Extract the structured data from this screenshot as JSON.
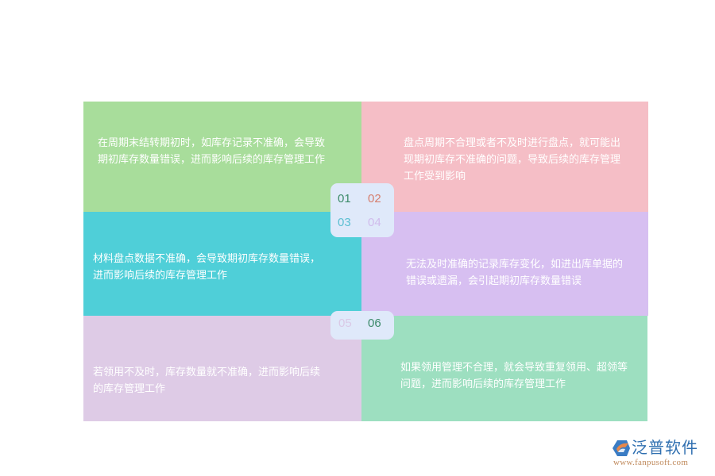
{
  "panels": [
    {
      "number": "01",
      "text": "在周期末结转期初时，如库存记录不准确，会导致期初库存数量错误，进而影响后续的库存管理工作",
      "bg_color": "#a8dd9b",
      "number_color": "#3d8b6a"
    },
    {
      "number": "02",
      "text": "盘点周期不合理或者不及时进行盘点，就可能出现期初库存不准确的问题，导致后续的库存管理工作受到影响",
      "bg_color": "#f5bec6",
      "number_color": "#d67d6d"
    },
    {
      "number": "03",
      "text": "材料盘点数据不准确，会导致期初库存数量错误，进而影响后续的库存管理工作",
      "bg_color": "#4fcfd8",
      "number_color": "#5cbfd2"
    },
    {
      "number": "04",
      "text": "无法及时准确的记录库存变化，如进出库单据的错误或遗漏，会引起期初库存数量错误",
      "bg_color": "#d7bff1",
      "number_color": "#d0bcec"
    },
    {
      "number": "05",
      "text": "若领用不及时，库存数量就不准确，进而影响后续的库存管理工作",
      "bg_color": "#decbe6",
      "number_color": "#dac9e6"
    },
    {
      "number": "06",
      "text": "如果领用管理不合理，就会导致重复领用、超领等问题，进而影响后续的库存管理工作",
      "bg_color": "#9ddfc0",
      "number_color": "#3b8a6a"
    }
  ],
  "badge_bg_color": "#dfe9fa",
  "logo": {
    "name": "泛普软件",
    "url": "www.fanpusoft.com",
    "icon": "fanpu-logo-icon",
    "name_color": "#2f6fb0",
    "accent_color": "#e8884a"
  }
}
